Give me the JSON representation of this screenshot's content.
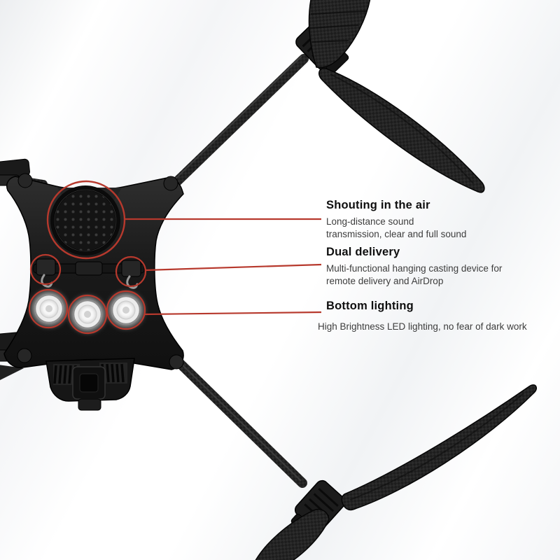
{
  "page": {
    "type": "product-feature-diagram",
    "subject": "quadcopter drone underside with annotated features"
  },
  "colors": {
    "accent_red": "#b7392d",
    "heading_text": "#0f0f0f",
    "body_text": "#3d3d3d",
    "background": "#ffffff",
    "drone_dark": "#161616"
  },
  "annotations": [
    {
      "title": "Shouting in the air",
      "description": "Long-distance sound\ntransmission, clear and full sound",
      "target": "speaker"
    },
    {
      "title": "Dual delivery",
      "description": "Multi-functional hanging casting device for\nremote delivery and AirDrop",
      "target": "hooks"
    },
    {
      "title": "Bottom lighting",
      "description": "High Brightness LED lighting, no fear of dark work",
      "target": "led-lights"
    }
  ]
}
